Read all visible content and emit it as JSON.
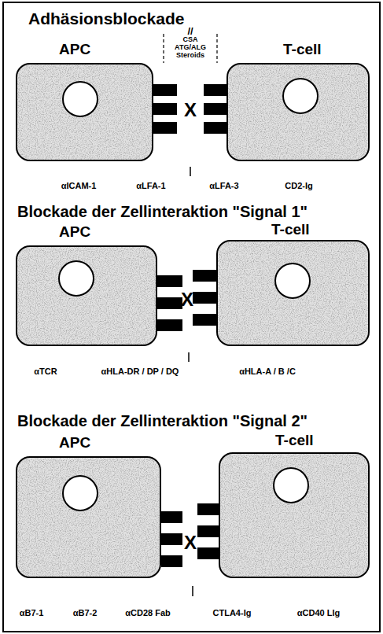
{
  "diagram": {
    "nodes": [
      {
        "text": [
          "APC"
        ]
      },
      {
        "text": [
          "T-cell"
        ]
      },
      {
        "text": [
          "APC"
        ]
      },
      {
        "text": [
          "T-cell"
        ]
      },
      {
        "text": [
          "APC"
        ]
      },
      {
        "text": [
          "T-cell"
        ]
      }
    ],
    "labels": [
      "Adhäsionsblockade",
      "//",
      "CSA ATG/ALG Steroids",
      "X",
      "αICAM-1",
      "αLFA-1",
      "αLFA-3",
      "CD2-Ig",
      "Blockade der Zellinteraktion \"Signal 1\"",
      "X",
      "αTCR",
      "αHLA-DR / DP / DQ",
      "αHLA-A / B /C",
      "Blockade der Zellinteraktion \"Signal 2\"",
      "X",
      "αB7-1",
      "αB7-2",
      "αCD28 Fab",
      "CTLA4-Ig",
      "αCD40 Llg"
    ]
  }
}
